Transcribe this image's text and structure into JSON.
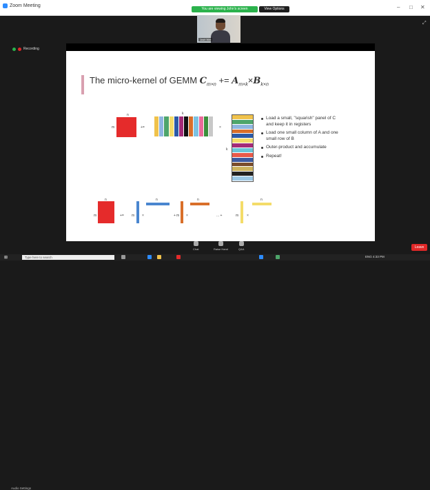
{
  "window": {
    "app_title": "Zoom Meeting"
  },
  "share_banner": {
    "label": "You are viewing John's screen"
  },
  "view_options": {
    "label": "View Options"
  },
  "window_controls": {
    "minimize": "–",
    "maximize": "□",
    "close": "✕"
  },
  "participant": {
    "name": "Josh Wei"
  },
  "recording": {
    "label": "Recording"
  },
  "slide": {
    "title_prefix": "The micro-kernel of GEMM ",
    "title_formula": "C",
    "title_sub_c": "m×n",
    "title_op": " += ",
    "title_a": "A",
    "title_sub_a": "m×k",
    "title_times": "×",
    "title_b": "B",
    "title_sub_b": "k×n",
    "bullets": [
      "Load a small, \"squarish\" panel of C and keep it in registers",
      "Load one small column of A and one small row of B",
      "Outer-product and accumulate",
      "Repeat!"
    ],
    "labels": {
      "n": "n",
      "m": "m",
      "k": "k",
      "k2": "k",
      "plus_eq": "+=",
      "times": "×",
      "dots": "... +",
      "row_m1": "m",
      "row_m2": "m",
      "row_m3": "m",
      "row_m4": "m",
      "row_n1": "n",
      "row_n2": "n",
      "row_n3": "n",
      "row_n4": "n",
      "plus_eq2": "+=",
      "times2": "×",
      "plus1": "+",
      "times3": "×",
      "times4": "×"
    },
    "colors": {
      "c_block": "#e52b2b",
      "a_panel": [
        "#f0c24b",
        "#8fb5e0",
        "#4ea56b",
        "#f4dc69",
        "#2b5aa7",
        "#a42b78",
        "#111111",
        "#d96f2a",
        "#7cc2e2",
        "#ea6a9a",
        "#3c8f3c",
        "#c8c8c8"
      ],
      "b_panel": [
        "#f0c24b",
        "#4ea56b",
        "#8fb5e0",
        "#d96f2a",
        "#2b5aa7",
        "#f4dc69",
        "#a42b78",
        "#6bc5d8",
        "#e85a4a",
        "#3c5aa0",
        "#7a4c2a",
        "#cdb35c",
        "#222222",
        "#9cc9e6"
      ]
    }
  },
  "toolbar": {
    "audio_settings": "Audio Settings",
    "chat": "Chat",
    "raise_hand": "Raise Hand",
    "q_and_a": "Q&A",
    "leave": "Leave"
  },
  "taskbar": {
    "search_placeholder": "Type here to search",
    "tray_text": "ENG  4:33 PM"
  }
}
